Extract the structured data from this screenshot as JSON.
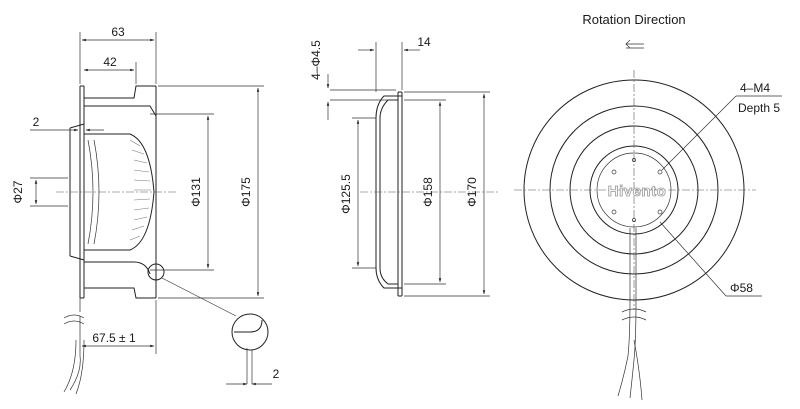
{
  "side_view": {
    "dims": {
      "d63": "63",
      "d42": "42",
      "d2_top": "2",
      "phi27": "Φ27",
      "phi131": "Φ131",
      "phi175": "Φ175",
      "d67_5": "67.5 ± 1",
      "d2_detail": "2"
    }
  },
  "section_view": {
    "dims": {
      "holes": "4–Φ4.5",
      "d14": "14",
      "phi125_5": "Φ125.5",
      "phi158": "Φ158",
      "phi170": "Φ170"
    }
  },
  "front_view": {
    "rotation_label": "Rotation Direction",
    "thread_label": "4–M4",
    "depth_label": "Depth 5",
    "phi58": "Φ58",
    "brand": "Hivento"
  }
}
